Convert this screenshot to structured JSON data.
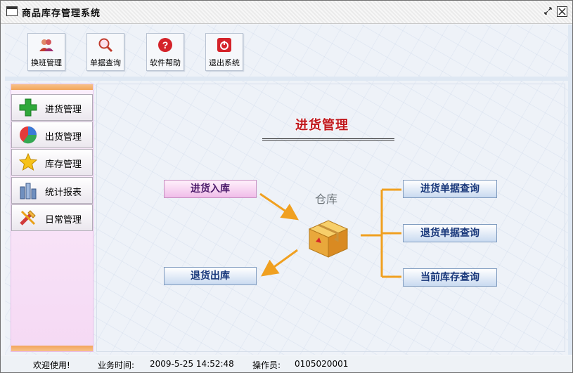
{
  "window": {
    "title": "商品库存管理系统",
    "restore_icon": "restore-icon",
    "close_icon": "close-icon"
  },
  "toolbar": {
    "buttons": [
      {
        "label": "换班管理",
        "icon": "users-icon",
        "color": "#c0392b"
      },
      {
        "label": "单据查询",
        "icon": "magnifier-icon",
        "color": "#c0392b"
      },
      {
        "label": "软件帮助",
        "icon": "help-icon",
        "color": "#d4232a"
      },
      {
        "label": "退出系统",
        "icon": "power-icon",
        "color": "#d4232a"
      }
    ]
  },
  "sidebar": {
    "items": [
      {
        "label": "进货管理",
        "icon": "green-plus-icon"
      },
      {
        "label": "出货管理",
        "icon": "pie-chart-icon"
      },
      {
        "label": "库存管理",
        "icon": "star-icon"
      },
      {
        "label": "统计报表",
        "icon": "bar-chart-icon"
      },
      {
        "label": "日常管理",
        "icon": "tools-icon"
      }
    ]
  },
  "main": {
    "heading": "进货管理",
    "store_label": "仓库",
    "actions": {
      "stock_in": "进货入库",
      "return_out": "退货出库",
      "in_query": "进货单据查询",
      "return_query": "退货单据查询",
      "stock_query": "当前库存查询"
    },
    "colors": {
      "heading": "#c0181d",
      "arrow": "#f0a020",
      "accent_pink": "#f0bde9"
    }
  },
  "status": {
    "welcome": "欢迎使用!",
    "time_label": "业务时间:",
    "time_value": "2009-5-25 14:52:48",
    "operator_label": "操作员:",
    "operator_value": "0105020001"
  }
}
